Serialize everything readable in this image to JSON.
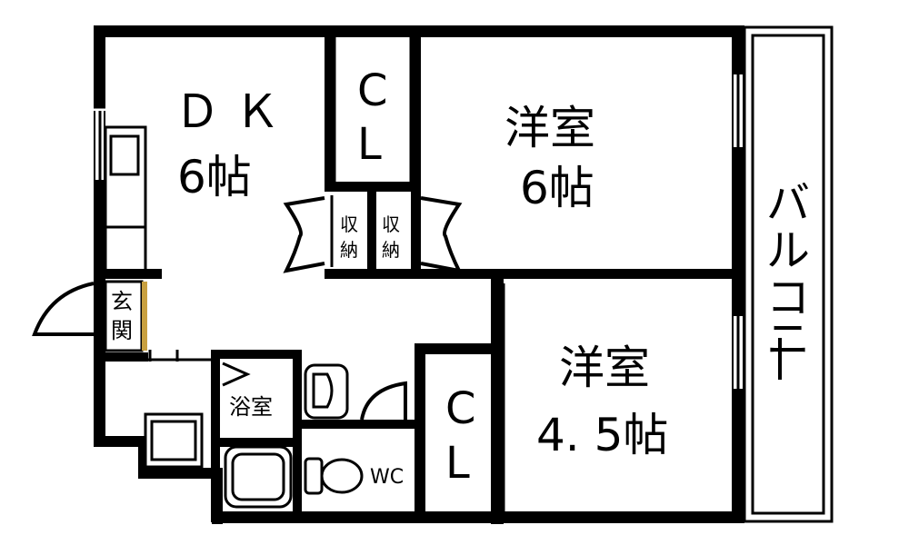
{
  "rooms": {
    "dk_name": "Ｄ Ｋ",
    "dk_size": "6帖",
    "cl_top_c": "C",
    "cl_top_l": "L",
    "youshitsu_top_name": "洋室",
    "youshitsu_top_size": "6帖",
    "shuno_left_1": "収",
    "shuno_left_2": "納",
    "shuno_right_1": "収",
    "shuno_right_2": "納",
    "balcony": [
      "バ",
      "ル",
      "コ",
      "ニ",
      "ー"
    ],
    "genkan_1": "玄",
    "genkan_2": "関",
    "yokushitsu": "浴室",
    "wc": "WC",
    "cl_bottom_c": "C",
    "cl_bottom_l": "L",
    "youshitsu_bottom_name": "洋室",
    "youshitsu_bottom_size": "4. 5帖"
  },
  "colors": {
    "wall": "#000000",
    "floor": "#ffffff",
    "genkan_step": "#c8a040"
  }
}
